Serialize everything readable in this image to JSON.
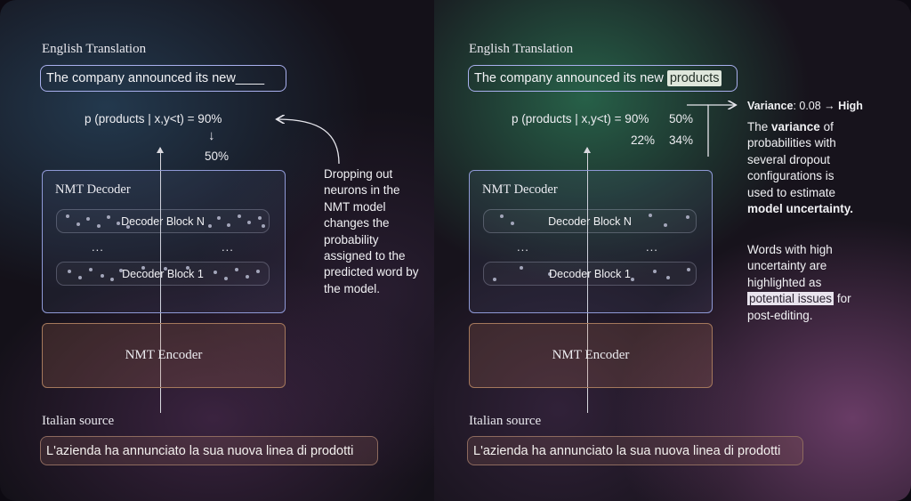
{
  "left": {
    "translation_label": "English Translation",
    "translation_text": "The company announced its new____",
    "prob_line": "p (products | x,y<t) = 90%",
    "down_arrow": "↓",
    "prob_after": "50%",
    "decoder_title": "NMT Decoder",
    "block_top": "Decoder Block N",
    "block_bottom": "Decoder Block 1",
    "ellipsis": "...",
    "encoder_title": "NMT Encoder",
    "source_label": "Italian source",
    "source_text": "L'azienda ha annunciato la sua nuova linea di prodotti",
    "note": "Dropping out neurons in the NMT model changes the probability assigned to the predicted word by the model."
  },
  "right": {
    "translation_label": "English Translation",
    "translation_prefix": "The company announced its new ",
    "translation_highlight": "products",
    "prob_line1": "p (products | x,y<t) = 90%",
    "prob_line1_b": "50%",
    "prob_line2_a": "22%",
    "prob_line2_b": "34%",
    "decoder_title": "NMT Decoder",
    "block_top": "Decoder Block N",
    "block_bottom": "Decoder Block 1",
    "ellipsis": "...",
    "encoder_title": "NMT Encoder",
    "source_label": "Italian source",
    "source_text": "L'azienda ha annunciato la sua nuova linea di prodotti",
    "variance_label": "Variance",
    "variance_value": ": 0.08 →",
    "variance_level": "High",
    "note1_pre": "The ",
    "note1_bold": "variance",
    "note1_mid": " of probabilities with several dropout configurations is used to estimate ",
    "note1_bold2": "model uncertainty.",
    "note2_pre": "Words with high uncertainty are highlighted as ",
    "note2_highlight": "potential issues",
    "note2_post": " for post-editing."
  },
  "colors": {
    "decoder_border": "#8f99d6",
    "encoder_border": "#a4785c",
    "highlight_bg": "#dfe7dc"
  }
}
